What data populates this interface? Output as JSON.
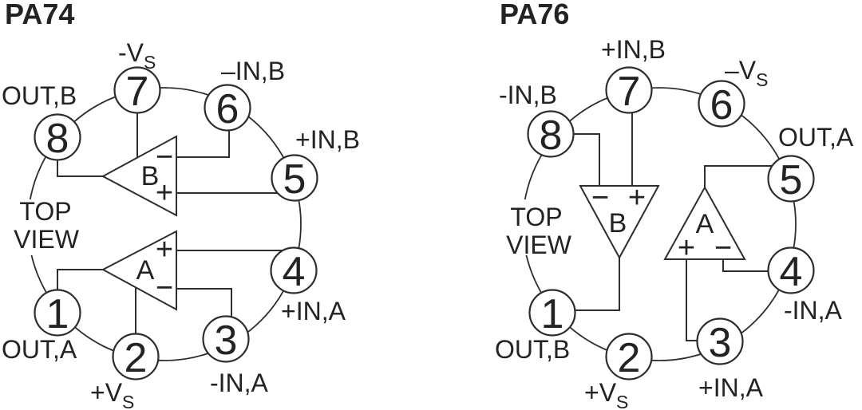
{
  "diagrams": [
    {
      "title": "PA74",
      "view_label": {
        "line1": "TOP",
        "line2": "VIEW"
      },
      "amps": [
        {
          "name": "B",
          "minus": "−",
          "plus": "+"
        },
        {
          "name": "A",
          "minus": "−",
          "plus": "+"
        }
      ],
      "pins": [
        {
          "num": "1",
          "label": "OUT,A"
        },
        {
          "num": "2",
          "label": "+V",
          "sub": "S"
        },
        {
          "num": "3",
          "label": "-IN,A"
        },
        {
          "num": "4",
          "label": "+IN,A"
        },
        {
          "num": "5",
          "label": "+IN,B"
        },
        {
          "num": "6",
          "label": "–IN,B"
        },
        {
          "num": "7",
          "label": "-V",
          "sub": "S"
        },
        {
          "num": "8",
          "label": "OUT,B"
        }
      ]
    },
    {
      "title": "PA76",
      "view_label": {
        "line1": "TOP",
        "line2": "VIEW"
      },
      "amps": [
        {
          "name": "B",
          "minus": "−",
          "plus": "+"
        },
        {
          "name": "A",
          "minus": "−",
          "plus": "+"
        }
      ],
      "pins": [
        {
          "num": "1",
          "label": "OUT,B"
        },
        {
          "num": "2",
          "label": "+V",
          "sub": "S"
        },
        {
          "num": "3",
          "label": "+IN,A"
        },
        {
          "num": "4",
          "label": "-IN,A"
        },
        {
          "num": "5",
          "label": "OUT,A"
        },
        {
          "num": "6",
          "label": "–V",
          "sub": "S"
        },
        {
          "num": "7",
          "label": "+IN,B"
        },
        {
          "num": "8",
          "label": "-IN,B"
        }
      ]
    }
  ]
}
